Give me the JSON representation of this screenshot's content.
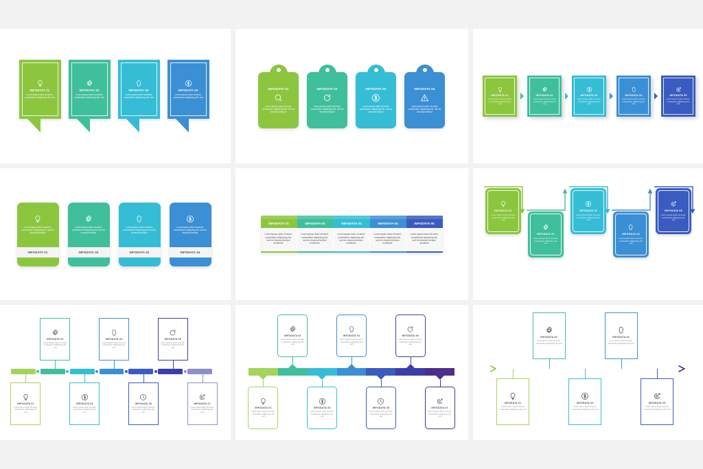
{
  "meta": {
    "title": "Infographic Template Set Preview Sheet",
    "background": "#f2f2f2",
    "panel_background": "#ffffff"
  },
  "lorem": {
    "short": "Lorem ipsum dolor sit amet, consectetur adipiscing elit, sed",
    "medium": "Lorem ipsum dolor sit amet, consectetur adipiscing elit, sed do eiusmod tempor",
    "long": "Lorem ipsum dolor sit amet, consectetur adipiscing elit, sed do eiusmod tempor incididunt"
  },
  "palette": {
    "green": "#8CC63F",
    "green_light": "#A5D45A",
    "teal": "#3FBF9B",
    "teal_light": "#5BD0AF",
    "cyan": "#35BDD6",
    "cyan_light": "#4ECBE0",
    "blue": "#3B8FD4",
    "blue_mid": "#3576C9",
    "indigo": "#3A5BBF",
    "indigo_dark": "#3B3FA8",
    "purple": "#8E8ECB",
    "purple_dark": "#4B2E8C",
    "ink": "#4c4c5a",
    "muted": "#8a8a96",
    "band": "#f4f4f4"
  },
  "panels": [
    {
      "id": "panel-1",
      "name": "speech-bubble-cards",
      "layout": "bubble",
      "items": [
        {
          "title": "INFODATA 01",
          "body": "Lorem ipsum dolor sit amet, consectetur adipiscing elit, sed",
          "icon": "lightbulb-icon",
          "color": "#8CC63F"
        },
        {
          "title": "INFODATA 02",
          "body": "Lorem ipsum dolor sit amet, consectetur adipiscing elit, sed",
          "icon": "gear-icon",
          "color": "#3FBF9B"
        },
        {
          "title": "INFODATA 04",
          "body": "Lorem ipsum dolor sit amet, consectetur adipiscing elit, sed",
          "icon": "chat-icon",
          "color": "#35BDD6"
        },
        {
          "title": "INFODATA 03",
          "body": "Lorem ipsum dolor sit amet, consectetur adipiscing elit, sed",
          "icon": "dollar-icon",
          "color": "#3B8FD4"
        }
      ]
    },
    {
      "id": "panel-2",
      "name": "tag-cards",
      "layout": "tag",
      "items": [
        {
          "title": "INFODATA 01",
          "body": "Lorem ipsum dolor sit amet, consectetur adipiscing elit, sed do eiusmod tempor",
          "icon": "search-icon",
          "color": "#8CC63F"
        },
        {
          "title": "INFODATA 02",
          "body": "Lorem ipsum dolor sit amet, consectetur adipiscing elit, sed do eiusmod tempor",
          "icon": "refresh-icon",
          "color": "#3FBF9B"
        },
        {
          "title": "INFODATA 03",
          "body": "Lorem ipsum dolor sit amet, consectetur adipiscing elit, sed do eiusmod tempor",
          "icon": "dollar-icon",
          "color": "#35BDD6"
        },
        {
          "title": "INFODATA 04",
          "body": "Lorem ipsum dolor sit amet, consectetur adipiscing elit, sed do eiusmod tempor",
          "icon": "warning-icon",
          "color": "#3B8FD4"
        }
      ]
    },
    {
      "id": "panel-3",
      "name": "arrow-chain-cards",
      "layout": "chain",
      "items": [
        {
          "title": "INFODATA 01",
          "body": "Lorem ipsum dolor sit amet, consectetur adipiscing elit, sed",
          "icon": "lightbulb-icon",
          "color": "#8CC63F"
        },
        {
          "title": "INFODATA 02",
          "body": "Lorem ipsum dolor sit amet, consectetur adipiscing elit, sed",
          "icon": "gear-icon",
          "color": "#3FBF9B"
        },
        {
          "title": "INFODATA 03",
          "body": "Lorem ipsum dolor sit amet, consectetur adipiscing elit, sed",
          "icon": "dollar-icon",
          "color": "#35BDD6"
        },
        {
          "title": "INFODATA 04",
          "body": "Lorem ipsum dolor sit amet, consectetur adipiscing elit, sed",
          "icon": "chat-icon",
          "color": "#3B8FD4"
        },
        {
          "title": "INFODATA 05",
          "body": "Lorem ipsum dolor sit amet, consectetur adipiscing elit, sed",
          "icon": "target-icon",
          "color": "#3A5BBF"
        }
      ]
    },
    {
      "id": "panel-4",
      "name": "label-band-cards",
      "layout": "band",
      "items": [
        {
          "title": "INFODATA 01",
          "body": "Lorem ipsum dolor sit amet, consectetur adipiscing elit, sed do eiusmod tempor",
          "icon": "lightbulb-icon",
          "color": "#8CC63F"
        },
        {
          "title": "INFODATA 02",
          "body": "Lorem ipsum dolor sit amet, consectetur adipiscing elit, sed do eiusmod tempor",
          "icon": "gear-icon",
          "color": "#3FBF9B"
        },
        {
          "title": "INFODATA 03",
          "body": "Lorem ipsum dolor sit amet, consectetur adipiscing elit, sed do eiusmod tempor",
          "icon": "chat-icon",
          "color": "#35BDD6"
        },
        {
          "title": "INFODATA 04",
          "body": "Lorem ipsum dolor sit amet, consectetur adipiscing elit, sed do eiusmod tempor",
          "icon": "dollar-icon",
          "color": "#3B8FD4"
        }
      ]
    },
    {
      "id": "panel-5",
      "name": "column-table",
      "layout": "table",
      "items": [
        {
          "title": "INFODATA 01",
          "body": "Lorem ipsum dolor sit amet, consectetur adipiscing elit, sed do eiusmod tempor incididunt",
          "color": "#8CC63F"
        },
        {
          "title": "INFODATA 02",
          "body": "Lorem ipsum dolor sit amet, consectetur adipiscing elit, sed do eiusmod tempor incididunt",
          "color": "#3FBF9B"
        },
        {
          "title": "INFODATA 03",
          "body": "Lorem ipsum dolor sit amet, consectetur adipiscing elit, sed do eiusmod tempor incididunt",
          "color": "#35BDD6"
        },
        {
          "title": "INFODATA 04",
          "body": "Lorem ipsum dolor sit amet, consectetur adipiscing elit, sed do eiusmod tempor incididunt",
          "color": "#3B8FD4"
        },
        {
          "title": "INFODATA 05",
          "body": "Lorem ipsum dolor sit amet, consectetur adipiscing elit, sed do eiusmod tempor incididunt",
          "color": "#3A5BBF"
        }
      ]
    },
    {
      "id": "panel-6",
      "name": "zigzag-flow",
      "layout": "zigzag",
      "items": [
        {
          "title": "INFODATA 01",
          "body": "Lorem ipsum dolor sit amet, consectetur adipiscing elit, sed",
          "icon": "lightbulb-icon",
          "color": "#8CC63F"
        },
        {
          "title": "INFODATA 02",
          "body": "Lorem ipsum dolor sit amet, consectetur adipiscing elit, sed",
          "icon": "gear-icon",
          "color": "#3FBF9B"
        },
        {
          "title": "INFODATA 03",
          "body": "Lorem ipsum dolor sit amet, consectetur adipiscing elit, sed",
          "icon": "dollar-icon",
          "color": "#35BDD6"
        },
        {
          "title": "INFODATA 04",
          "body": "Lorem ipsum dolor sit amet, consectetur adipiscing elit, sed",
          "icon": "chat-icon",
          "color": "#3B8FD4"
        },
        {
          "title": "INFODATA 05",
          "body": "Lorem ipsum dolor sit amet, consectetur adipiscing elit, sed",
          "icon": "target-icon",
          "color": "#3A5BBF"
        }
      ]
    },
    {
      "id": "panel-7",
      "name": "segmented-timeline",
      "layout": "timeline-segmented",
      "items": [
        {
          "title": "INFODATA 01",
          "body": "Lorem ipsum dolor sit amet, consectetur adipiscing elit, sed",
          "icon": "lightbulb-icon",
          "color": "#A5D45A",
          "side": "below"
        },
        {
          "title": "INFODATA 02",
          "body": "Lorem ipsum dolor sit amet, consectetur adipiscing elit, sed",
          "icon": "gear-icon",
          "color": "#3FBF9B",
          "side": "above"
        },
        {
          "title": "INFODATA 03",
          "body": "Lorem ipsum dolor sit amet, consectetur adipiscing elit, sed",
          "icon": "dollar-icon",
          "color": "#35BDD6",
          "side": "below"
        },
        {
          "title": "INFODATA 04",
          "body": "Lorem ipsum dolor sit amet, consectetur adipiscing elit, sed",
          "icon": "chat-icon",
          "color": "#3B8FD4",
          "side": "above"
        },
        {
          "title": "INFODATA 05",
          "body": "Lorem ipsum dolor sit amet, consectetur adipiscing elit, sed",
          "icon": "clock-icon",
          "color": "#3A5BBF",
          "side": "below"
        },
        {
          "title": "INFODATA 06",
          "body": "Lorem ipsum dolor sit amet, consectetur adipiscing elit, sed",
          "icon": "refresh-icon",
          "color": "#3B3FA8",
          "side": "above"
        },
        {
          "title": "INFODATA 07",
          "body": "Lorem ipsum dolor sit amet, consectetur adipiscing elit, sed",
          "icon": "target-icon",
          "color": "#8E8ECB",
          "side": "below"
        }
      ]
    },
    {
      "id": "panel-8",
      "name": "gradient-bar-timeline",
      "layout": "timeline-gradient",
      "items": [
        {
          "title": "INFODATA 01",
          "body": "Lorem ipsum dolor sit amet, consectetur adipiscing elit, sed",
          "icon": "lightbulb-icon",
          "color": "#A5D45A",
          "side": "below"
        },
        {
          "title": "INFODATA 02",
          "body": "Lorem ipsum dolor sit amet, consectetur adipiscing elit, sed",
          "icon": "gear-icon",
          "color": "#3FBF9B",
          "side": "above"
        },
        {
          "title": "INFODATA 03",
          "body": "Lorem ipsum dolor sit amet, consectetur adipiscing elit, sed",
          "icon": "dollar-icon",
          "color": "#35BDD6",
          "side": "below"
        },
        {
          "title": "INFODATA 04",
          "body": "Lorem ipsum dolor sit amet, consectetur adipiscing elit, sed",
          "icon": "chat-icon",
          "color": "#3B8FD4",
          "side": "above"
        },
        {
          "title": "INFODATA 05",
          "body": "Lorem ipsum dolor sit amet, consectetur adipiscing elit, sed",
          "icon": "clock-icon",
          "color": "#3A5BBF",
          "side": "below"
        },
        {
          "title": "INFODATA 06",
          "body": "Lorem ipsum dolor sit amet, consectetur adipiscing elit, sed",
          "icon": "refresh-icon",
          "color": "#3B3FA8",
          "side": "above"
        },
        {
          "title": "INFODATA 07",
          "body": "Lorem ipsum dolor sit amet, consectetur adipiscing elit, sed",
          "icon": "target-icon",
          "color": "#4B2E8C",
          "side": "below"
        }
      ]
    },
    {
      "id": "panel-9",
      "name": "line-arrow-timeline",
      "layout": "timeline-line",
      "items": [
        {
          "title": "INFODATA 01",
          "body": "Lorem ipsum dolor sit amet, consectetur adipiscing elit, sed",
          "icon": "lightbulb-icon",
          "color": "#A5D45A",
          "side": "below"
        },
        {
          "title": "INFODATA 02",
          "body": "Lorem ipsum dolor sit amet, consectetur adipiscing elit, sed",
          "icon": "gear-icon",
          "color": "#3FBF9B",
          "side": "above"
        },
        {
          "title": "INFODATA 03",
          "body": "Lorem ipsum dolor sit amet, consectetur adipiscing elit, sed",
          "icon": "dollar-icon",
          "color": "#35BDD6",
          "side": "below"
        },
        {
          "title": "INFODATA 04",
          "body": "Lorem ipsum dolor sit amet, consectetur adipiscing elit, sed",
          "icon": "chat-icon",
          "color": "#3B8FD4",
          "side": "above"
        },
        {
          "title": "INFODATA 05",
          "body": "Lorem ipsum dolor sit amet, consectetur adipiscing elit, sed",
          "icon": "target-icon",
          "color": "#3A5BBF",
          "side": "below"
        }
      ]
    }
  ]
}
